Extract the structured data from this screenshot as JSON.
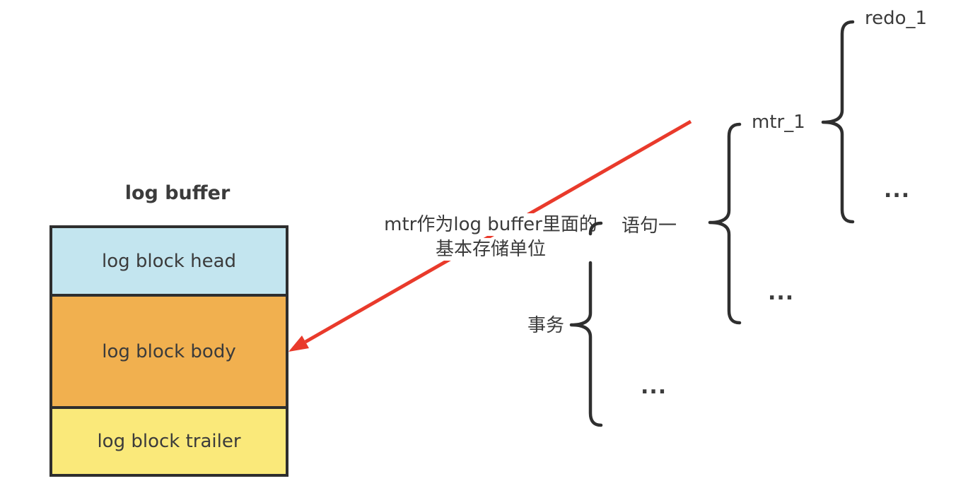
{
  "colors": {
    "background": "#ffffff",
    "border": "#2e2e2e",
    "text": "#3b3b3b",
    "head_fill": "#c3e5ef",
    "body_fill": "#f1b04f",
    "trailer_fill": "#fae97a",
    "arrow": "#e93a2b",
    "brace": "#2f2f2f"
  },
  "log_buffer": {
    "title": "log buffer",
    "blocks": [
      {
        "label": "log block head"
      },
      {
        "label": "log block body"
      },
      {
        "label": "log block trailer"
      }
    ]
  },
  "annotation": {
    "line1": "mtr作为log buffer里面的",
    "line2": "基本存储单位"
  },
  "tree": {
    "transaction": {
      "label": "事务",
      "ellipsis": "..."
    },
    "statement": {
      "label": "语句一",
      "ellipsis": "..."
    },
    "mtr": {
      "label": "mtr_1",
      "ellipsis": "..."
    },
    "redo": {
      "label": "redo_1"
    }
  }
}
